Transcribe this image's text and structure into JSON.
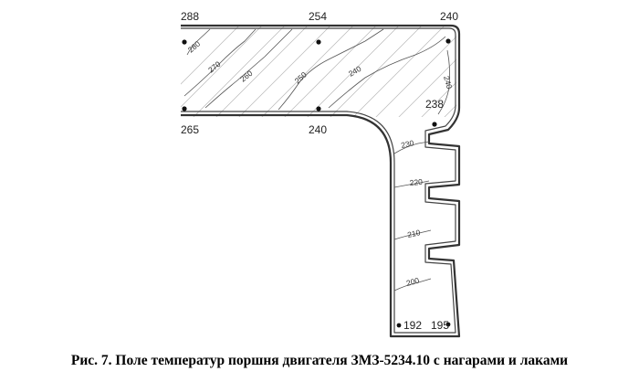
{
  "caption": "Рис. 7. Поле температур поршня двигателя ЗМЗ-5234.10 с нагарами и лаками",
  "point_labels": {
    "p288": "288",
    "p254": "254",
    "p240_top": "240",
    "p265": "265",
    "p240_mid": "240",
    "p238": "238",
    "p192": "192",
    "p195": "195"
  },
  "isotherm_labels": {
    "i280": "280",
    "i270": "270",
    "i260": "260",
    "i250": "250",
    "i240a": "240",
    "i240b": "240",
    "i230": "230",
    "i220": "220",
    "i210": "210",
    "i200": "200"
  },
  "colors": {
    "outline": "#333333",
    "fill": "#ffffff",
    "hatch": "#b9b9b9",
    "text": "#222222"
  }
}
